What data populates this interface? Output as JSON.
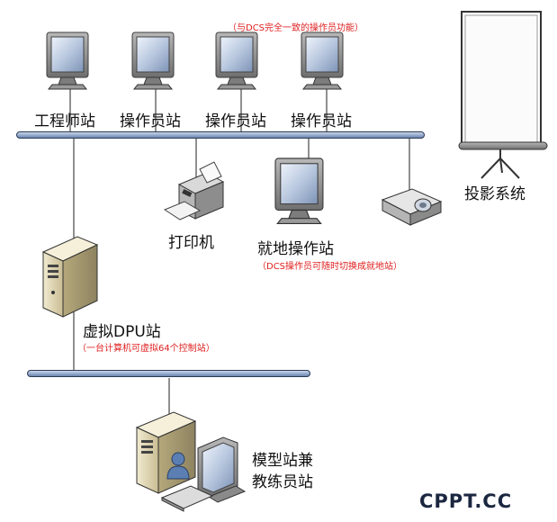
{
  "colors": {
    "note": "#e02020",
    "bus": "#8fa5c8",
    "logo_dark": "#1b2740",
    "logo_red": "#e02020"
  },
  "top_note": "（与DCS完全一致的操作员功能）",
  "stations": [
    {
      "label": "工程师站"
    },
    {
      "label": "操作员站"
    },
    {
      "label": "操作员站"
    },
    {
      "label": "操作员站"
    }
  ],
  "projector": {
    "label": "投影系统",
    "icon": "projection-screen-icon"
  },
  "printer": {
    "label": "打印机",
    "icon": "printer-icon"
  },
  "local_station": {
    "label": "就地操作站",
    "note": "（DCS操作员可随时切换成就地站）"
  },
  "virtual_dpu": {
    "label": "虚拟DPU站",
    "note": "（一台计算机可虚拟64个控制站）"
  },
  "model_station": {
    "label_line1": "模型站兼",
    "label_line2": "教练员站"
  },
  "logo": {
    "text": "CPPT.CC"
  }
}
